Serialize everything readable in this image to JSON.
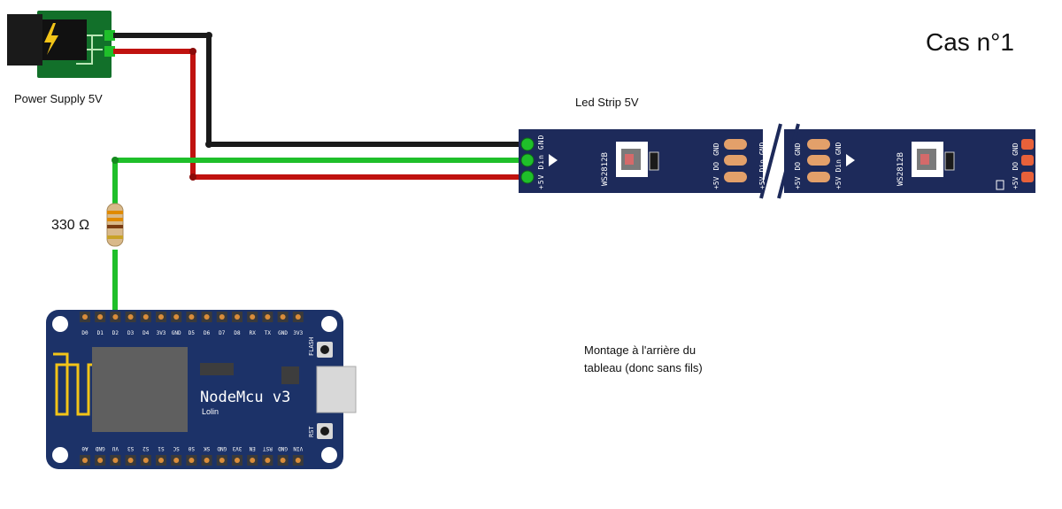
{
  "title": "Cas n°1",
  "power_supply": {
    "label": "Power Supply 5V"
  },
  "led_strip": {
    "label": "Led Strip 5V",
    "chip": "WS2812B",
    "pins_in": [
      "GND",
      "Din",
      "+5V"
    ],
    "pins_out": [
      "GND",
      "DO",
      "+5V"
    ]
  },
  "resistor": {
    "label": "330 Ω"
  },
  "nodemcu": {
    "name": "NodeMcu v3",
    "maker": "Lolin",
    "top_pins": [
      "D0",
      "D1",
      "D2",
      "D3",
      "D4",
      "3V3",
      "GND",
      "D5",
      "D6",
      "D7",
      "D8",
      "RX",
      "TX",
      "GND",
      "3V3"
    ],
    "bottom_pins": [
      "A0",
      "GND",
      "VU",
      "S3",
      "S2",
      "S1",
      "SC",
      "S0",
      "SK",
      "GND",
      "3V3",
      "EN",
      "RST",
      "GND",
      "VIN"
    ],
    "flash_label": "FLASH",
    "rst_label": "RST"
  },
  "note": {
    "line1": "Montage à l'arrière du",
    "line2": "tableau (donc sans fils)"
  },
  "colors": {
    "wire_black": "#1a1a1a",
    "wire_red": "#c0120f",
    "wire_green": "#1fbf2a",
    "board": "#1c3268",
    "strip": "#1d2a5a",
    "pcb_green": "#12702a"
  }
}
